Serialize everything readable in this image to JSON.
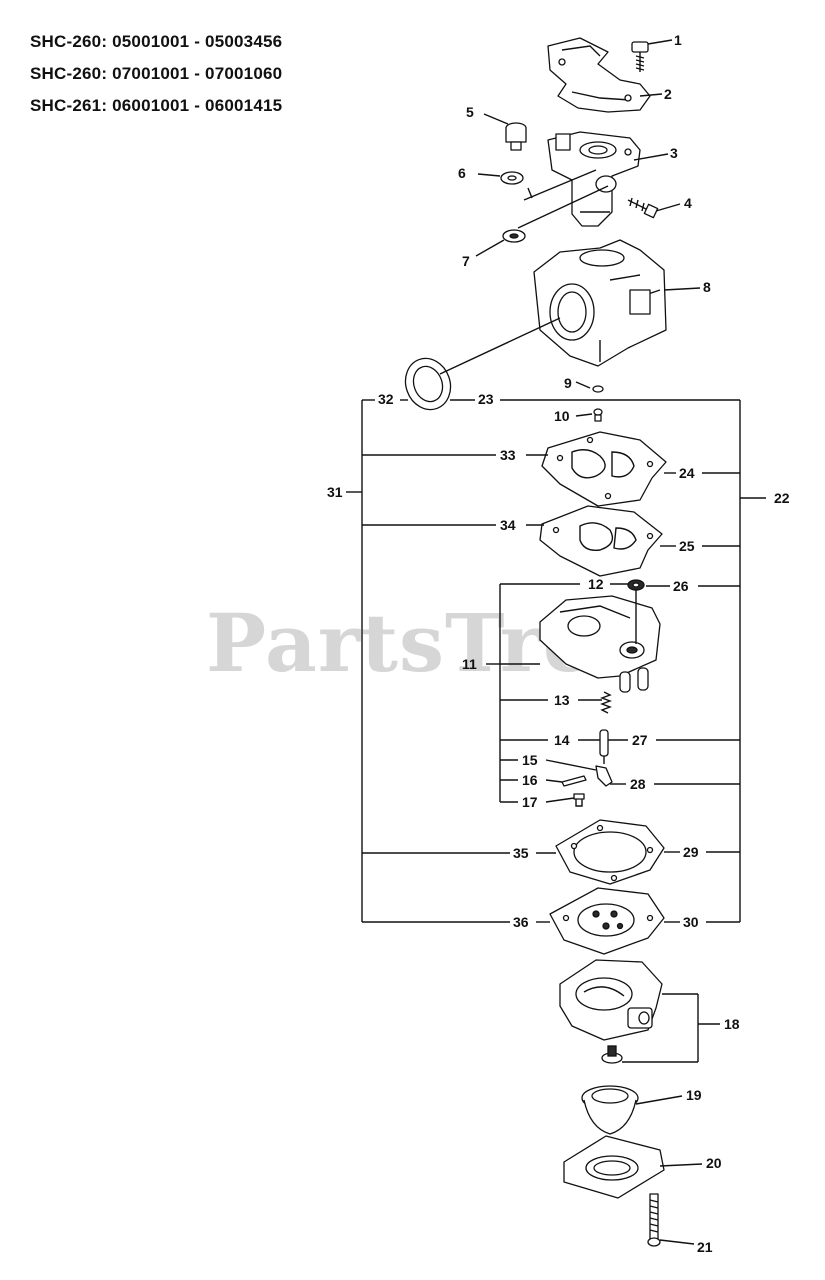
{
  "models": [
    "SHC-260: 05001001 - 05003456",
    "SHC-260: 07001001 - 07001060",
    "SHC-261: 06001001 - 06001415"
  ],
  "watermark": "PartsTree",
  "callouts": {
    "c1": "1",
    "c2": "2",
    "c3": "3",
    "c4": "4",
    "c5": "5",
    "c6": "6",
    "c7": "7",
    "c8": "8",
    "c9": "9",
    "c10": "10",
    "c11": "11",
    "c12": "12",
    "c13": "13",
    "c14": "14",
    "c15": "15",
    "c16": "16",
    "c17": "17",
    "c18": "18",
    "c19": "19",
    "c20": "20",
    "c21": "21",
    "c22": "22",
    "c23": "23",
    "c24": "24",
    "c25": "25",
    "c26": "26",
    "c27": "27",
    "c28": "28",
    "c29": "29",
    "c30": "30",
    "c31": "31",
    "c32": "32",
    "c33": "33",
    "c34": "34",
    "c35": "35",
    "c36": "36"
  }
}
